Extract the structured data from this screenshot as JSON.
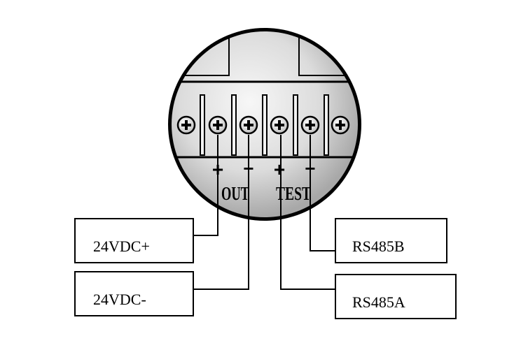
{
  "terminal_block": {
    "signs": [
      "+",
      "−",
      "+",
      "−"
    ],
    "group_labels": [
      "OUT",
      "TEST"
    ],
    "screw_count": 6
  },
  "labels": {
    "vdc_plus": "24VDC+",
    "vdc_minus": "24VDC-",
    "rs485b": "RS485B",
    "rs485a": "RS485A"
  },
  "colors": {
    "line": "#000000",
    "housing_light": "#f4f4f4",
    "housing_dark": "#9a9a9a"
  }
}
